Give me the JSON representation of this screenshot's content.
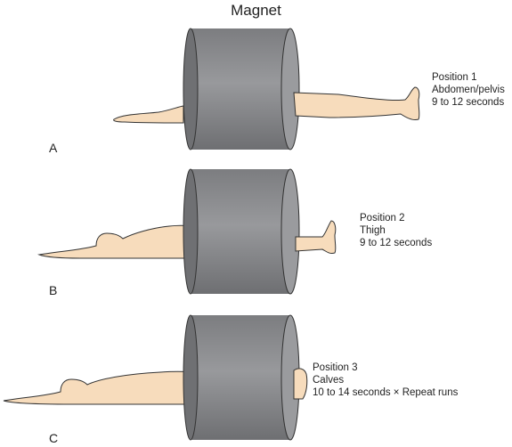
{
  "title": "Magnet",
  "panels": [
    {
      "letter": "A",
      "lines": [
        "Position 1",
        "Abdomen/pelvis",
        "9 to 12 seconds"
      ]
    },
    {
      "letter": "B",
      "lines": [
        "Position 2",
        "Thigh",
        "9 to 12 seconds"
      ]
    },
    {
      "letter": "C",
      "lines": [
        "Position 3",
        "Calves",
        "10 to 14 seconds × Repeat runs"
      ]
    }
  ],
  "colors": {
    "magnet_body": "#8a8b8e",
    "magnet_dark": "#6f7073",
    "magnet_face": "#9a9b9e",
    "skin": "#f7dcbc",
    "outline": "#333333"
  }
}
